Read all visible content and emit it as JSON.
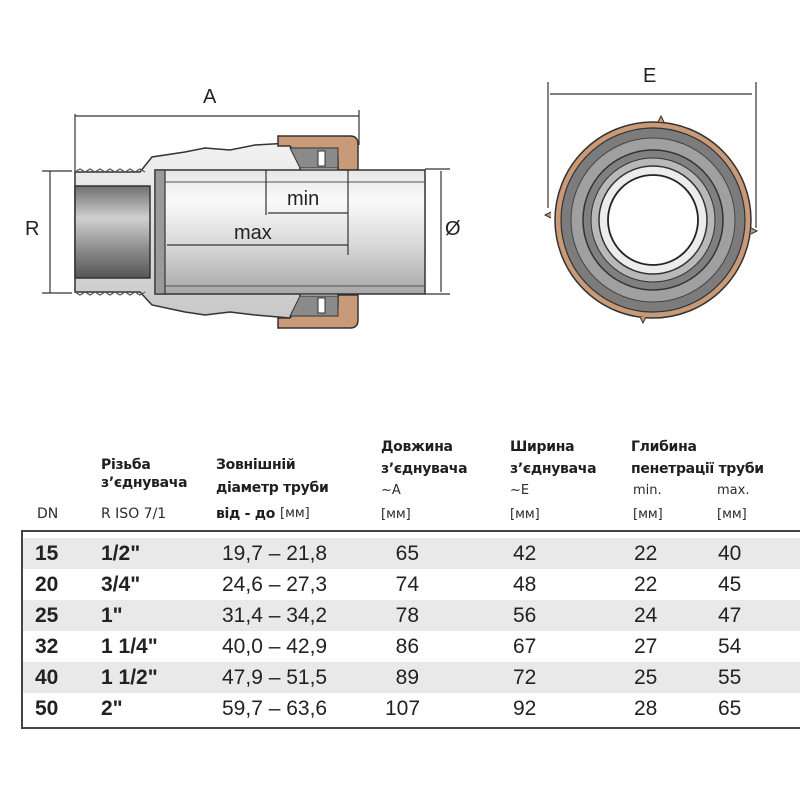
{
  "diagram": {
    "side_view": {
      "labels": {
        "length": "A",
        "thread": "R",
        "pipe_diameter": "Ø",
        "min": "min",
        "max": "max"
      }
    },
    "front_view": {
      "labels": {
        "width": "E"
      }
    },
    "colors": {
      "nut": "#c99a78",
      "body": "#d8d8d8",
      "outline": "#333333"
    }
  },
  "table": {
    "headers": {
      "dn": {
        "line1": "DN"
      },
      "thread": {
        "line1": "Різьба",
        "line2": "з’єднувача",
        "line3": "R  ISO 7/1"
      },
      "outer_diameter": {
        "line1": "Зовнішній",
        "line2": "діаметр труби",
        "line3": "від - до",
        "unit": "[мм]"
      },
      "length": {
        "line1": "Довжина",
        "line2": "з’єднувача",
        "line3": "~A",
        "unit": "[мм]"
      },
      "width": {
        "line1": "Ширина",
        "line2": "з’єднувача",
        "line3": "~E",
        "unit": "[мм]"
      },
      "depth": {
        "line1": "Глибина",
        "line2": "пенетрації труби",
        "min": "min.",
        "max": "max.",
        "unit_min": "[мм]",
        "unit_max": "[мм]"
      }
    },
    "rows": [
      {
        "dn": "15",
        "thread": "1/2\"",
        "diameter": "19,7 – 21,8",
        "a": "65",
        "e": "42",
        "min": "22",
        "max": "40"
      },
      {
        "dn": "20",
        "thread": "3/4\"",
        "diameter": "24,6 – 27,3",
        "a": "74",
        "e": "48",
        "min": "22",
        "max": "45"
      },
      {
        "dn": "25",
        "thread": "1\"",
        "diameter": "31,4 – 34,2",
        "a": "78",
        "e": "56",
        "min": "24",
        "max": "47"
      },
      {
        "dn": "32",
        "thread": "1 1/4\"",
        "diameter": "40,0 – 42,9",
        "a": "86",
        "e": "67",
        "min": "27",
        "max": "54"
      },
      {
        "dn": "40",
        "thread": "1 1/2\"",
        "diameter": "47,9 – 51,5",
        "a": "89",
        "e": "72",
        "min": "25",
        "max": "55"
      },
      {
        "dn": "50",
        "thread": "2\"",
        "diameter": "59,7 – 63,6",
        "a": "107",
        "e": "92",
        "min": "28",
        "max": "65"
      }
    ]
  }
}
